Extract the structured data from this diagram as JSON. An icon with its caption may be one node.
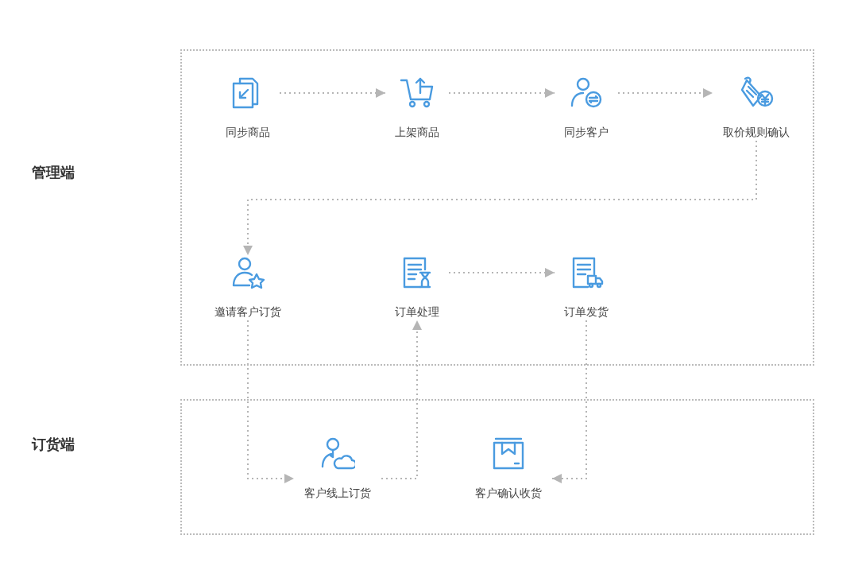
{
  "diagram": {
    "nodes": [
      {
        "text": [],
        "shape": "box"
      },
      {
        "text": [],
        "shape": "box"
      },
      {
        "text": [
          "同步商品"
        ],
        "in": 0
      },
      {
        "text": [
          "上架商品"
        ],
        "in": 0
      },
      {
        "text": [
          "同步客户"
        ],
        "in": 0
      },
      {
        "text": [
          "取价规则确认"
        ],
        "in": 0
      },
      {
        "text": [
          "邀请客户订货"
        ],
        "in": 0
      },
      {
        "text": [
          "订单处理"
        ],
        "in": 0
      },
      {
        "text": [
          "订单发货"
        ],
        "in": 0
      },
      {
        "text": [
          "客户线上订货"
        ],
        "in": 1
      },
      {
        "text": [
          "客户确认收货"
        ],
        "in": 1
      }
    ],
    "edges": [
      {
        "from": 2,
        "to": 3,
        "arrow": "to"
      },
      {
        "from": 3,
        "to": 4,
        "arrow": "to"
      },
      {
        "from": 4,
        "to": 5,
        "arrow": "to"
      },
      {
        "from": 5,
        "to": 6,
        "arrow": "to"
      },
      {
        "from": 7,
        "to": 8,
        "arrow": "to"
      },
      {
        "from": 6,
        "to": 9,
        "arrow": "to"
      },
      {
        "from": 9,
        "to": 7,
        "arrow": "to"
      },
      {
        "from": 8,
        "to": 10,
        "arrow": "to"
      }
    ],
    "labels": [
      "管理端",
      "订货端"
    ]
  }
}
